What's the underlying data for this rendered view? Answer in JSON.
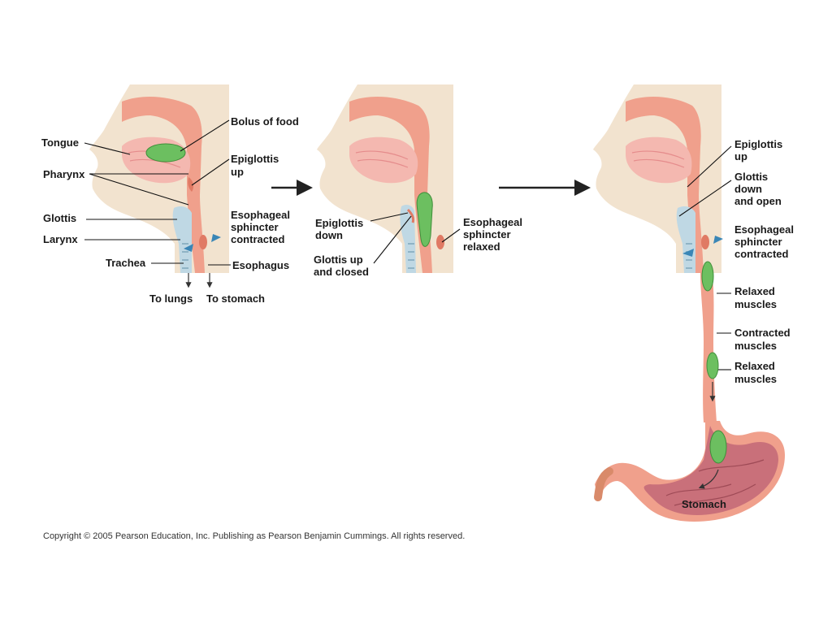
{
  "panel1": {
    "labels": {
      "bolus": "Bolus of food",
      "tongue": "Tongue",
      "epiglottis_l1": "Epiglottis",
      "epiglottis_l2": "up",
      "pharynx": "Pharynx",
      "glottis": "Glottis",
      "sphincter_l1": "Esophageal",
      "sphincter_l2": "sphincter",
      "sphincter_l3": "contracted",
      "larynx": "Larynx",
      "trachea": "Trachea",
      "esophagus": "Esophagus",
      "to_lungs": "To lungs",
      "to_stomach": "To stomach"
    }
  },
  "panel2": {
    "labels": {
      "epiglottis_l1": "Epiglottis",
      "epiglottis_l2": "down",
      "glottis_l1": "Glottis up",
      "glottis_l2": "and closed",
      "sphincter_l1": "Esophageal",
      "sphincter_l2": "sphincter",
      "sphincter_l3": "relaxed"
    }
  },
  "panel3": {
    "labels": {
      "epiglottis_l1": "Epiglottis",
      "epiglottis_l2": "up",
      "glottis_l1": "Glottis",
      "glottis_l2": "down",
      "glottis_l3": "and open",
      "sphincter_l1": "Esophageal",
      "sphincter_l2": "sphincter",
      "sphincter_l3": "contracted",
      "relaxed1_l1": "Relaxed",
      "relaxed1_l2": "muscles",
      "contracted_l1": "Contracted",
      "contracted_l2": "muscles",
      "relaxed2_l1": "Relaxed",
      "relaxed2_l2": "muscles",
      "stomach": "Stomach"
    }
  },
  "copyright": "Copyright ©  2005 Pearson Education, Inc. Publishing as Pearson Benjamin Cummings. All rights reserved.",
  "colors": {
    "skin": "#f2e3cf",
    "tissue": "#f0a08c",
    "tissue_dark": "#e07a64",
    "tongue": "#f4b8b0",
    "bolus": "#6cbf60",
    "airway": "#bfd8e4",
    "arrow_blue": "#3a86b6",
    "stomach_inner": "#c9707a"
  }
}
